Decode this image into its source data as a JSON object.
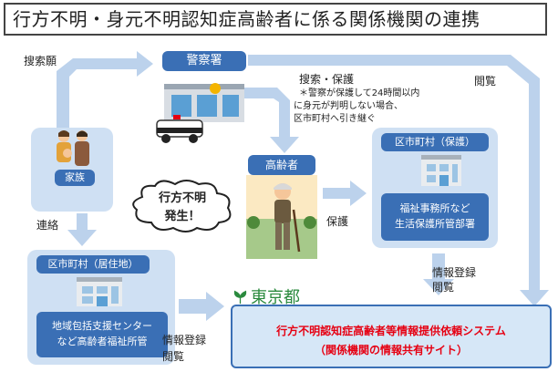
{
  "title": "行方不明・身元不明認知症高齢者に係る関係機関の連携",
  "nodes": {
    "police": {
      "label": "警察署"
    },
    "family": {
      "label": "家族"
    },
    "elderly": {
      "label": "高齢者"
    },
    "missing": {
      "line1": "行方不明",
      "line2": "発生！"
    },
    "municipality_residence": {
      "label": "区市町村（居住地）",
      "inner_line1": "地域包括支援センター",
      "inner_line2": "など高齢者福祉所管"
    },
    "municipality_protection": {
      "label": "区市町村（保護）",
      "inner_line1": "福祉事務所など",
      "inner_line2": "生活保護所管部署"
    },
    "system": {
      "title": "行方不明認知症高齢者等情報提供依頼システム",
      "subtitle": "（関係機関の情報共有サイト）"
    },
    "tokyo_logo": {
      "text": "東京都"
    }
  },
  "edges": {
    "search_request": "搜索願",
    "search_protect": "搜索・保護",
    "note_line1": "＊警察が保護して24時間以内",
    "note_line2": "に身元が判明しない場合、",
    "note_line3": "区市町村へ引き継ぐ",
    "browse_top": "閲覧",
    "contact": "連絡",
    "protect": "保護",
    "info_register_right": "情報登録",
    "browse_right": "閲覧",
    "info_register_bottom": "情報登録",
    "browse_bottom": "閲覧"
  },
  "colors": {
    "accent_blue": "#3a6fb5",
    "panel_blue": "#cfe0f3",
    "arrow_blue": "#bcd2ec",
    "system_red": "#e60012",
    "tokyo_green": "#2b8a3e"
  }
}
